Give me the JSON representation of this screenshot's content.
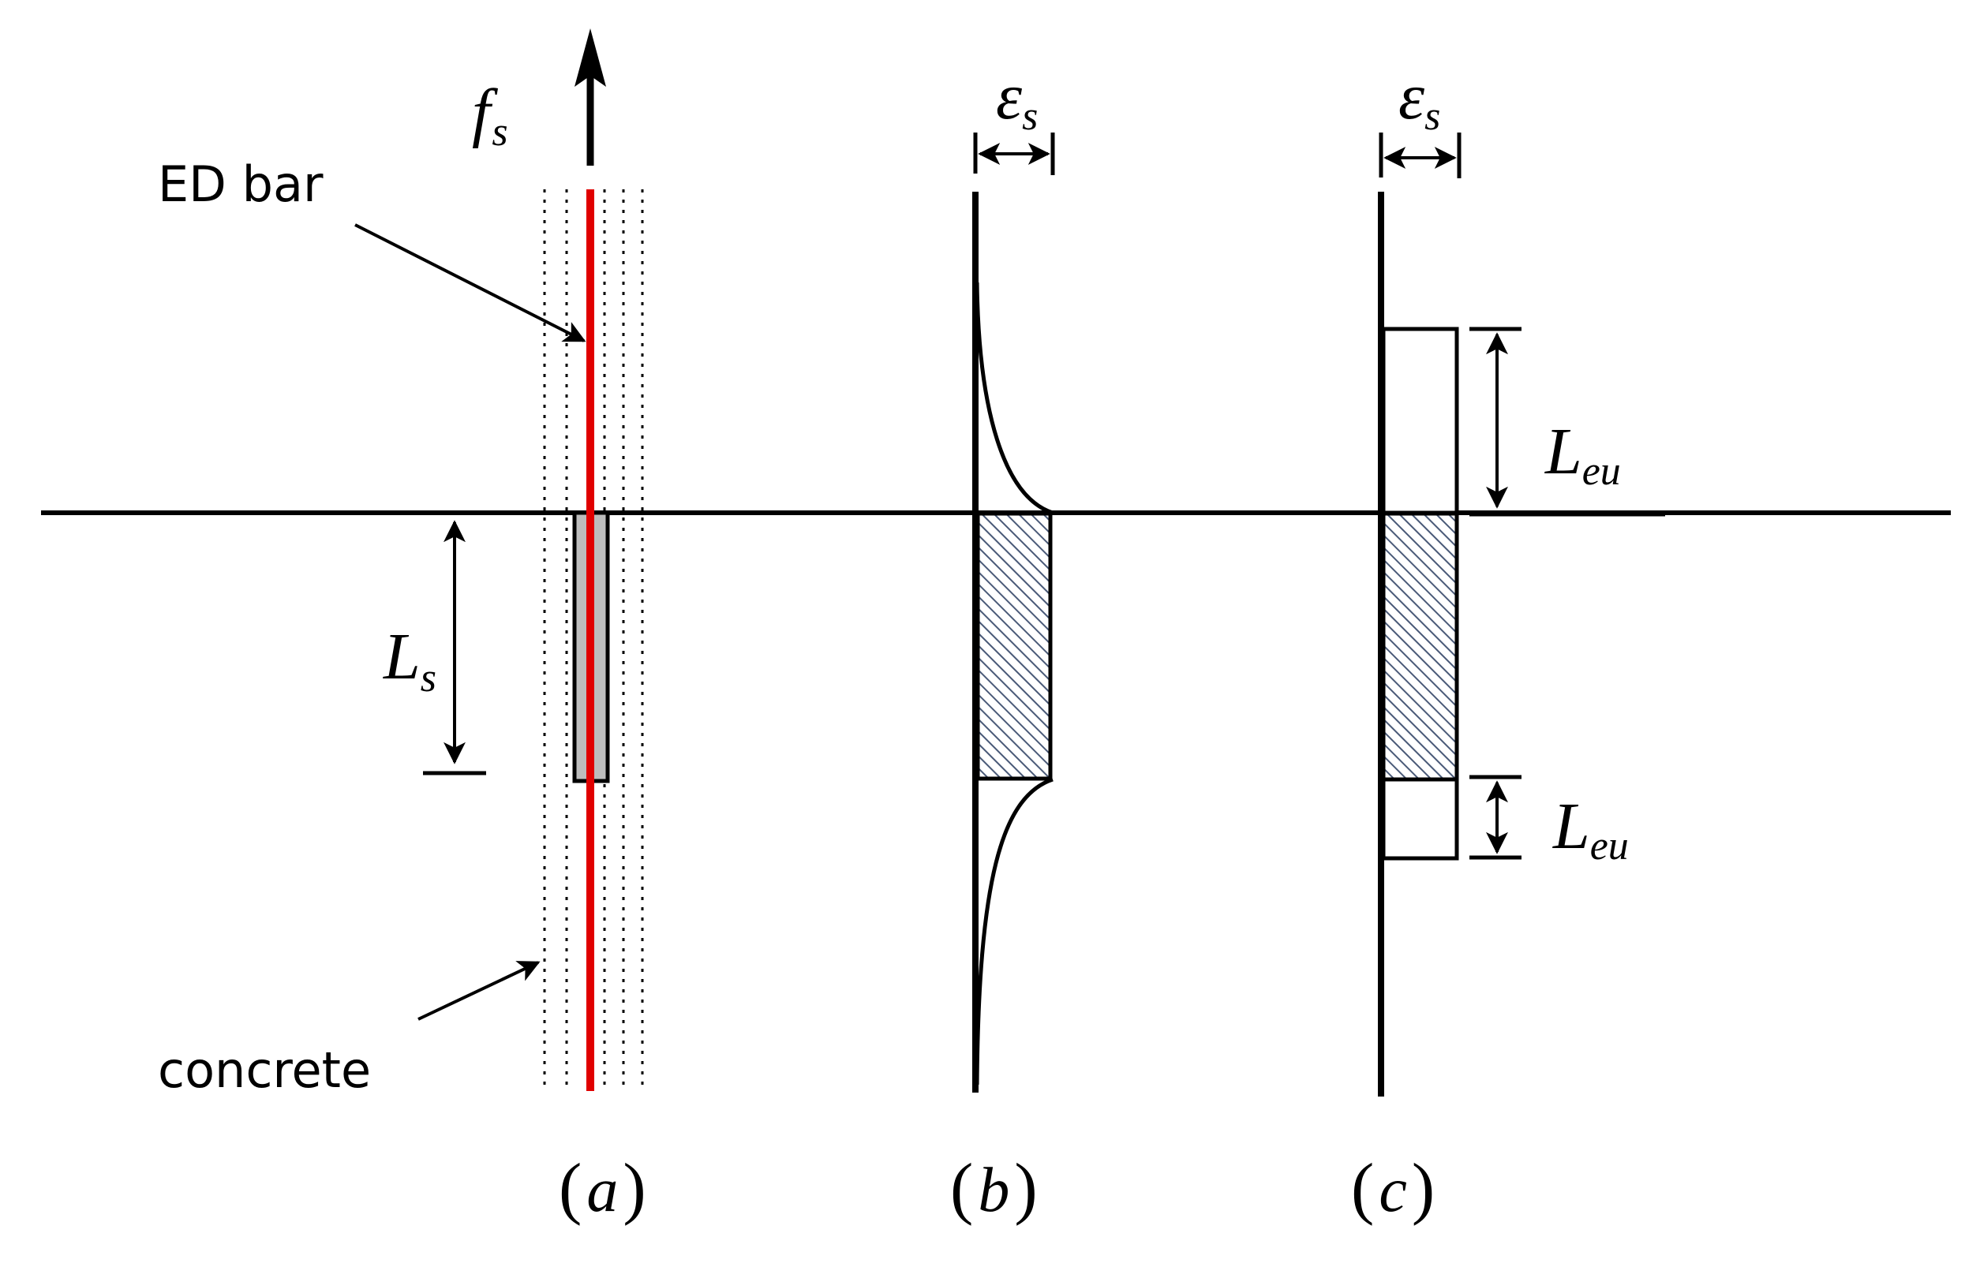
{
  "labels": {
    "force_main": "f",
    "force_sub": "s",
    "ed_bar": "ED bar",
    "concrete": "concrete",
    "ls_main": "L",
    "ls_sub": "s",
    "strain_b_main": "ε",
    "strain_b_sub": "s",
    "strain_c_main": "ε",
    "strain_c_sub": "s",
    "leu_top_main": "L",
    "leu_top_sub": "eu",
    "leu_bottom_main": "L",
    "leu_bottom_sub": "eu"
  },
  "panels": {
    "a": "a",
    "b": "b",
    "c": "c",
    "open": "(",
    "close": ")"
  },
  "colors": {
    "line": "#000000",
    "ed_bar": "#e00000",
    "debond_fill": "#bdbdbd",
    "hatch": "#4a5a78"
  }
}
